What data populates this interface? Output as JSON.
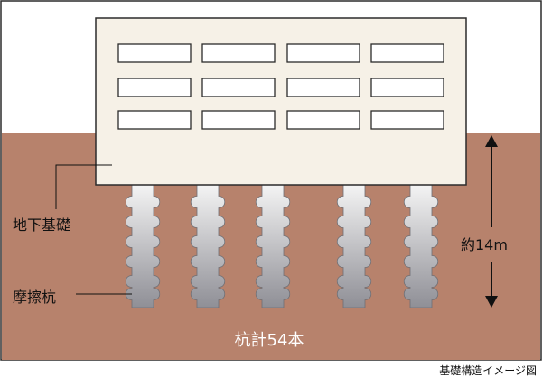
{
  "labels": {
    "foundation": "地下基礎",
    "friction_pile": "摩擦杭",
    "depth": "約14m",
    "pile_count": "杭計54本"
  },
  "caption": "基礎構造イメージ図",
  "colors": {
    "soil": "#b7826c",
    "building_fill": "#f6f1e7",
    "outline": "#2b2b2b",
    "pile_light": "#f4f4f4",
    "pile_dark": "#8f8f96"
  },
  "structure": {
    "window_rows": 3,
    "window_columns": 4,
    "pile_count_drawn": 5,
    "bulbs_per_pile": 6
  }
}
